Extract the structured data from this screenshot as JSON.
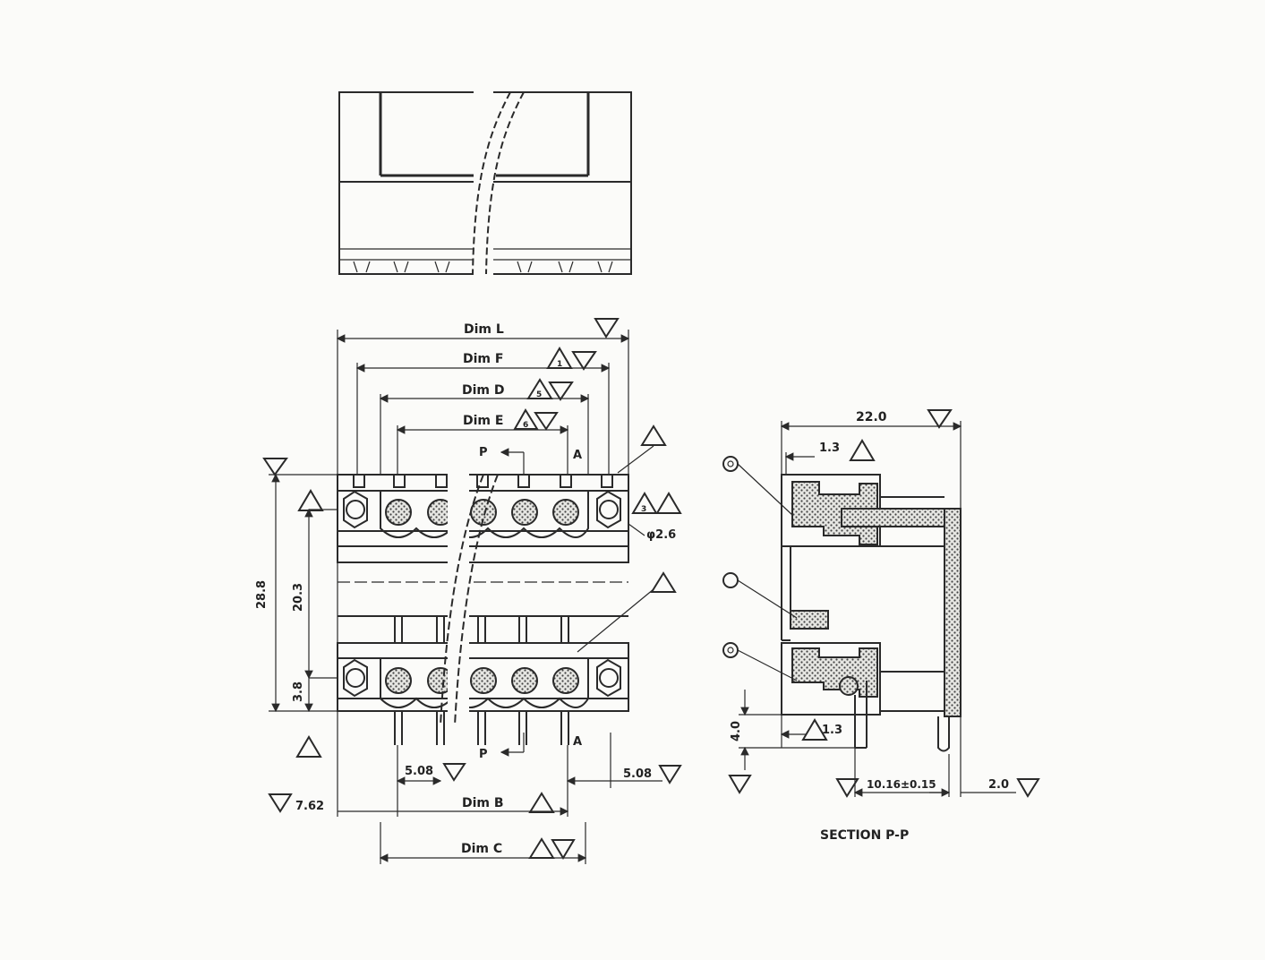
{
  "drawing": {
    "front_view": {
      "dim_L": "Dim L",
      "dim_F": "Dim F",
      "dim_D": "Dim D",
      "dim_E": "Dim E",
      "dim_B": "Dim B",
      "dim_C": "Dim C",
      "section_mark_top": "P",
      "section_mark_bottom": "P",
      "a_mark_top": "A",
      "a_mark_bottom": "A",
      "hole_dia": "φ2.6",
      "height_28_8": "28.8",
      "height_20_3": "20.3",
      "height_3_8": "3.8",
      "pitch_left": "5.08",
      "pitch_right": "5.08",
      "offset_7_62": "7.62"
    },
    "section_view": {
      "width_22": "22.0",
      "dim_1_3_top": "1.3",
      "dim_1_3_bottom": "1.3",
      "dim_4_0": "4.0",
      "dim_10_16": "10.16±0.15",
      "dim_2_0": "2.0",
      "caption": "SECTION P-P"
    },
    "callout_numbers": {
      "triangle_1": "1",
      "triangle_5": "5",
      "triangle_6": "6",
      "triangle_3": "3"
    }
  }
}
